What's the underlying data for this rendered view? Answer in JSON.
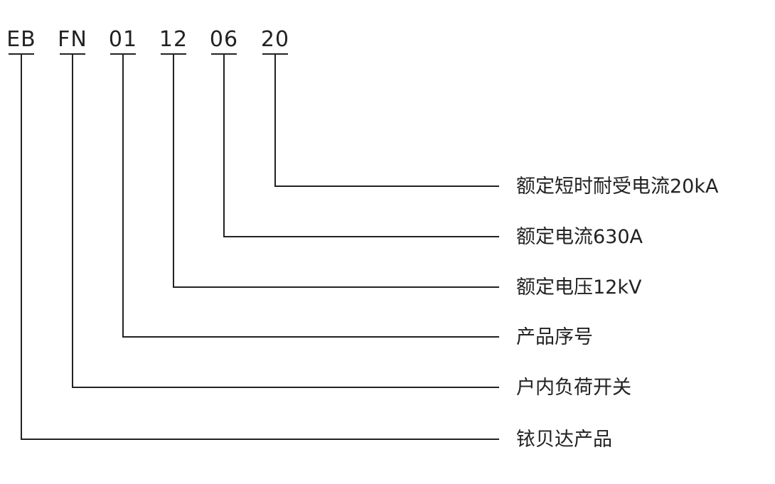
{
  "model_code": {
    "segments": [
      {
        "code": "EB",
        "description": "铱贝达产品"
      },
      {
        "code": "FN",
        "description": "户内负荷开关"
      },
      {
        "code": "01",
        "description": "产品序号"
      },
      {
        "code": "12",
        "description": "额定电压12kV"
      },
      {
        "code": "06",
        "description": "额定电流630A"
      },
      {
        "code": "20",
        "description": "额定短时耐受电流20kA"
      }
    ]
  },
  "colors": {
    "line": "#222222",
    "text": "#222222",
    "background": "#ffffff"
  }
}
